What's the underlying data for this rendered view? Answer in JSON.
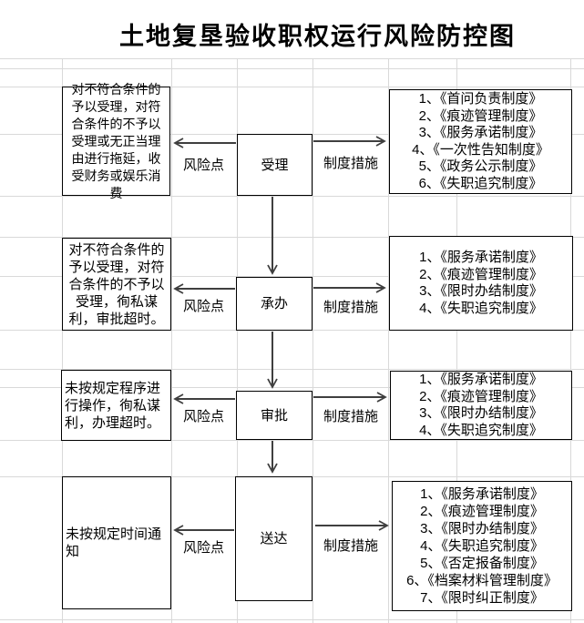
{
  "title": "土地复垦验收职权运行风险防控图",
  "labels": {
    "risk": "风险点",
    "measure": "制度措施"
  },
  "rows": [
    {
      "stage": "受理",
      "risk": "对不符合条件的予以受理，对符合条件的不予以受理或无正当理由进行拖延，收受财务或娱乐消费",
      "measures": [
        "1、《首问负责制度》",
        "2、《痕迹管理制度》",
        "3、《服务承诺制度》",
        "4、《一次性告知制度》",
        "5、《政务公示制度》",
        "6、《失职追究制度》"
      ]
    },
    {
      "stage": "承办",
      "risk": "对不符合条件的予以受理，对符合条件的不予以受理，徇私谋利，审批超时。",
      "measures": [
        "1、《服务承诺制度》",
        "2、《痕迹管理制度》",
        "3、《限时办结制度》",
        "4、《失职追究制度》"
      ]
    },
    {
      "stage": "审批",
      "risk": "未按规定程序进行操作，徇私谋利，办理超时。",
      "measures": [
        "1、《服务承诺制度》",
        "2、《痕迹管理制度》",
        "3、《限时办结制度》",
        "4、《失职追究制度》"
      ]
    },
    {
      "stage": "送达",
      "risk": "未按规定时间通知",
      "measures": [
        "1、《服务承诺制度》",
        "2、《痕迹管理制度》",
        "3、《限时办结制度》",
        "4、《失职追究制度》",
        "5、《否定报备制度》",
        "6、《档案材料管理制度》",
        "7、《限时纠正制度》"
      ]
    }
  ],
  "colors": {
    "text": "#000000",
    "box_border": "#000000",
    "arrow": "#3f3f3f",
    "gridline": "#d9d9d9",
    "background": "#ffffff"
  }
}
